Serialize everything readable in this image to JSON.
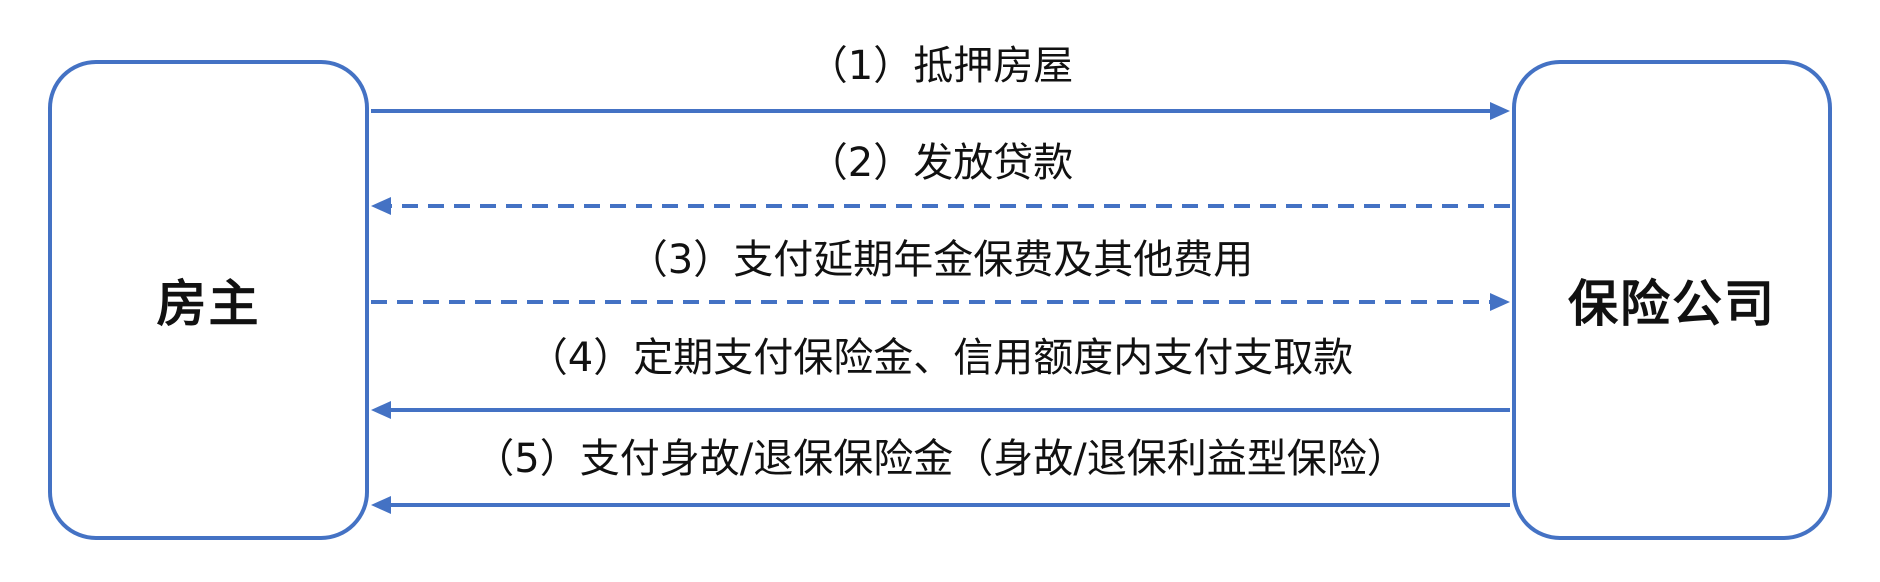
{
  "parties": {
    "left": "房主",
    "right": "保险公司"
  },
  "flows": [
    {
      "label": "（1）抵押房屋",
      "direction": "right",
      "style": "solid"
    },
    {
      "label": "（2）发放贷款",
      "direction": "left",
      "style": "dashed"
    },
    {
      "label": "（3）支付延期年金保费及其他费用",
      "direction": "right",
      "style": "dashed"
    },
    {
      "label": "（4）定期支付保险金、信用额度内支付支取款",
      "direction": "left",
      "style": "solid"
    },
    {
      "label": "（5）支付身故/退保保险金（身故/退保利益型保险）",
      "direction": "left",
      "style": "solid"
    }
  ],
  "colors": {
    "accent": "#4472C4",
    "text": "#111111"
  }
}
